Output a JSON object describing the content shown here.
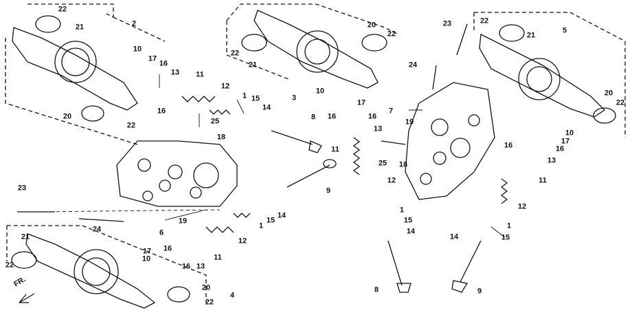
{
  "diagram": {
    "direction_label": "FR.",
    "callouts": [
      {
        "id": "c1",
        "text": "22"
      },
      {
        "id": "c2",
        "text": "21"
      },
      {
        "id": "c3",
        "text": "2"
      },
      {
        "id": "c4",
        "text": "10"
      },
      {
        "id": "c5",
        "text": "17"
      },
      {
        "id": "c6",
        "text": "16"
      },
      {
        "id": "c7",
        "text": "13"
      },
      {
        "id": "c8",
        "text": "16"
      },
      {
        "id": "c9",
        "text": "11"
      },
      {
        "id": "c10",
        "text": "12"
      },
      {
        "id": "c11",
        "text": "1"
      },
      {
        "id": "c12",
        "text": "15"
      },
      {
        "id": "c13",
        "text": "14"
      },
      {
        "id": "c14",
        "text": "25"
      },
      {
        "id": "c15",
        "text": "20"
      },
      {
        "id": "c16",
        "text": "22"
      },
      {
        "id": "c17",
        "text": "18"
      },
      {
        "id": "c18",
        "text": "8"
      },
      {
        "id": "c19",
        "text": "20"
      },
      {
        "id": "c20",
        "text": "22"
      },
      {
        "id": "c21",
        "text": "22"
      },
      {
        "id": "c22",
        "text": "21"
      },
      {
        "id": "c23",
        "text": "3"
      },
      {
        "id": "c24",
        "text": "10"
      },
      {
        "id": "c25",
        "text": "17"
      },
      {
        "id": "c26",
        "text": "16"
      },
      {
        "id": "c27",
        "text": "16"
      },
      {
        "id": "c28",
        "text": "13"
      },
      {
        "id": "c29",
        "text": "11"
      },
      {
        "id": "c30",
        "text": "25"
      },
      {
        "id": "c31",
        "text": "18"
      },
      {
        "id": "c32",
        "text": "12"
      },
      {
        "id": "c33",
        "text": "9"
      },
      {
        "id": "c34",
        "text": "24"
      },
      {
        "id": "c35",
        "text": "7"
      },
      {
        "id": "c36",
        "text": "19"
      },
      {
        "id": "c37",
        "text": "23"
      },
      {
        "id": "c38",
        "text": "22"
      },
      {
        "id": "c39",
        "text": "21"
      },
      {
        "id": "c40",
        "text": "5"
      },
      {
        "id": "c41",
        "text": "20"
      },
      {
        "id": "c42",
        "text": "22"
      },
      {
        "id": "c43",
        "text": "10"
      },
      {
        "id": "c44",
        "text": "17"
      },
      {
        "id": "c45",
        "text": "16"
      },
      {
        "id": "c46",
        "text": "16"
      },
      {
        "id": "c47",
        "text": "13"
      },
      {
        "id": "c48",
        "text": "11"
      },
      {
        "id": "c49",
        "text": "12"
      },
      {
        "id": "c50",
        "text": "1"
      },
      {
        "id": "c51",
        "text": "14"
      },
      {
        "id": "c52",
        "text": "15"
      },
      {
        "id": "c53",
        "text": "23"
      },
      {
        "id": "c54",
        "text": "24"
      },
      {
        "id": "c55",
        "text": "6"
      },
      {
        "id": "c56",
        "text": "19"
      },
      {
        "id": "c57",
        "text": "21"
      },
      {
        "id": "c58",
        "text": "22"
      },
      {
        "id": "c59",
        "text": "17"
      },
      {
        "id": "c60",
        "text": "10"
      },
      {
        "id": "c61",
        "text": "16"
      },
      {
        "id": "c62",
        "text": "16"
      },
      {
        "id": "c63",
        "text": "13"
      },
      {
        "id": "c64",
        "text": "11"
      },
      {
        "id": "c65",
        "text": "12"
      },
      {
        "id": "c66",
        "text": "1"
      },
      {
        "id": "c67",
        "text": "15"
      },
      {
        "id": "c68",
        "text": "14"
      },
      {
        "id": "c69",
        "text": "1"
      },
      {
        "id": "c70",
        "text": "15"
      },
      {
        "id": "c71",
        "text": "14"
      },
      {
        "id": "c72",
        "text": "20"
      },
      {
        "id": "c73",
        "text": "22"
      },
      {
        "id": "c74",
        "text": "4"
      },
      {
        "id": "c75",
        "text": "8"
      },
      {
        "id": "c76",
        "text": "9"
      }
    ]
  }
}
